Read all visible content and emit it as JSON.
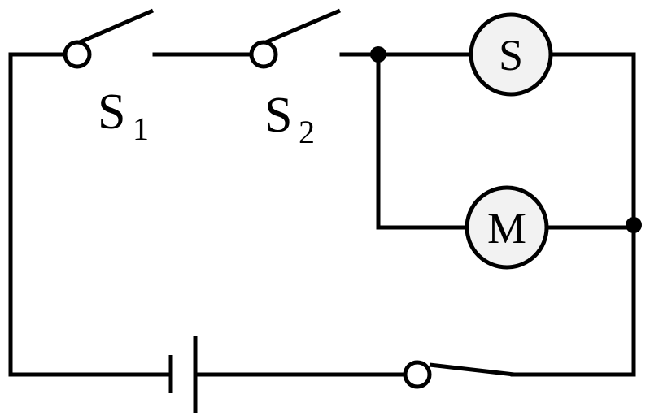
{
  "switch_1": {
    "letter": "S",
    "subscript": "1"
  },
  "switch_2": {
    "letter": "S",
    "subscript": "2"
  },
  "upper_branch_device": {
    "symbol": "S"
  },
  "lower_branch_device": {
    "symbol": "M"
  },
  "colors": {
    "line": "#000000",
    "device_fill": "#f2f2f2",
    "background": "#ffffff"
  }
}
